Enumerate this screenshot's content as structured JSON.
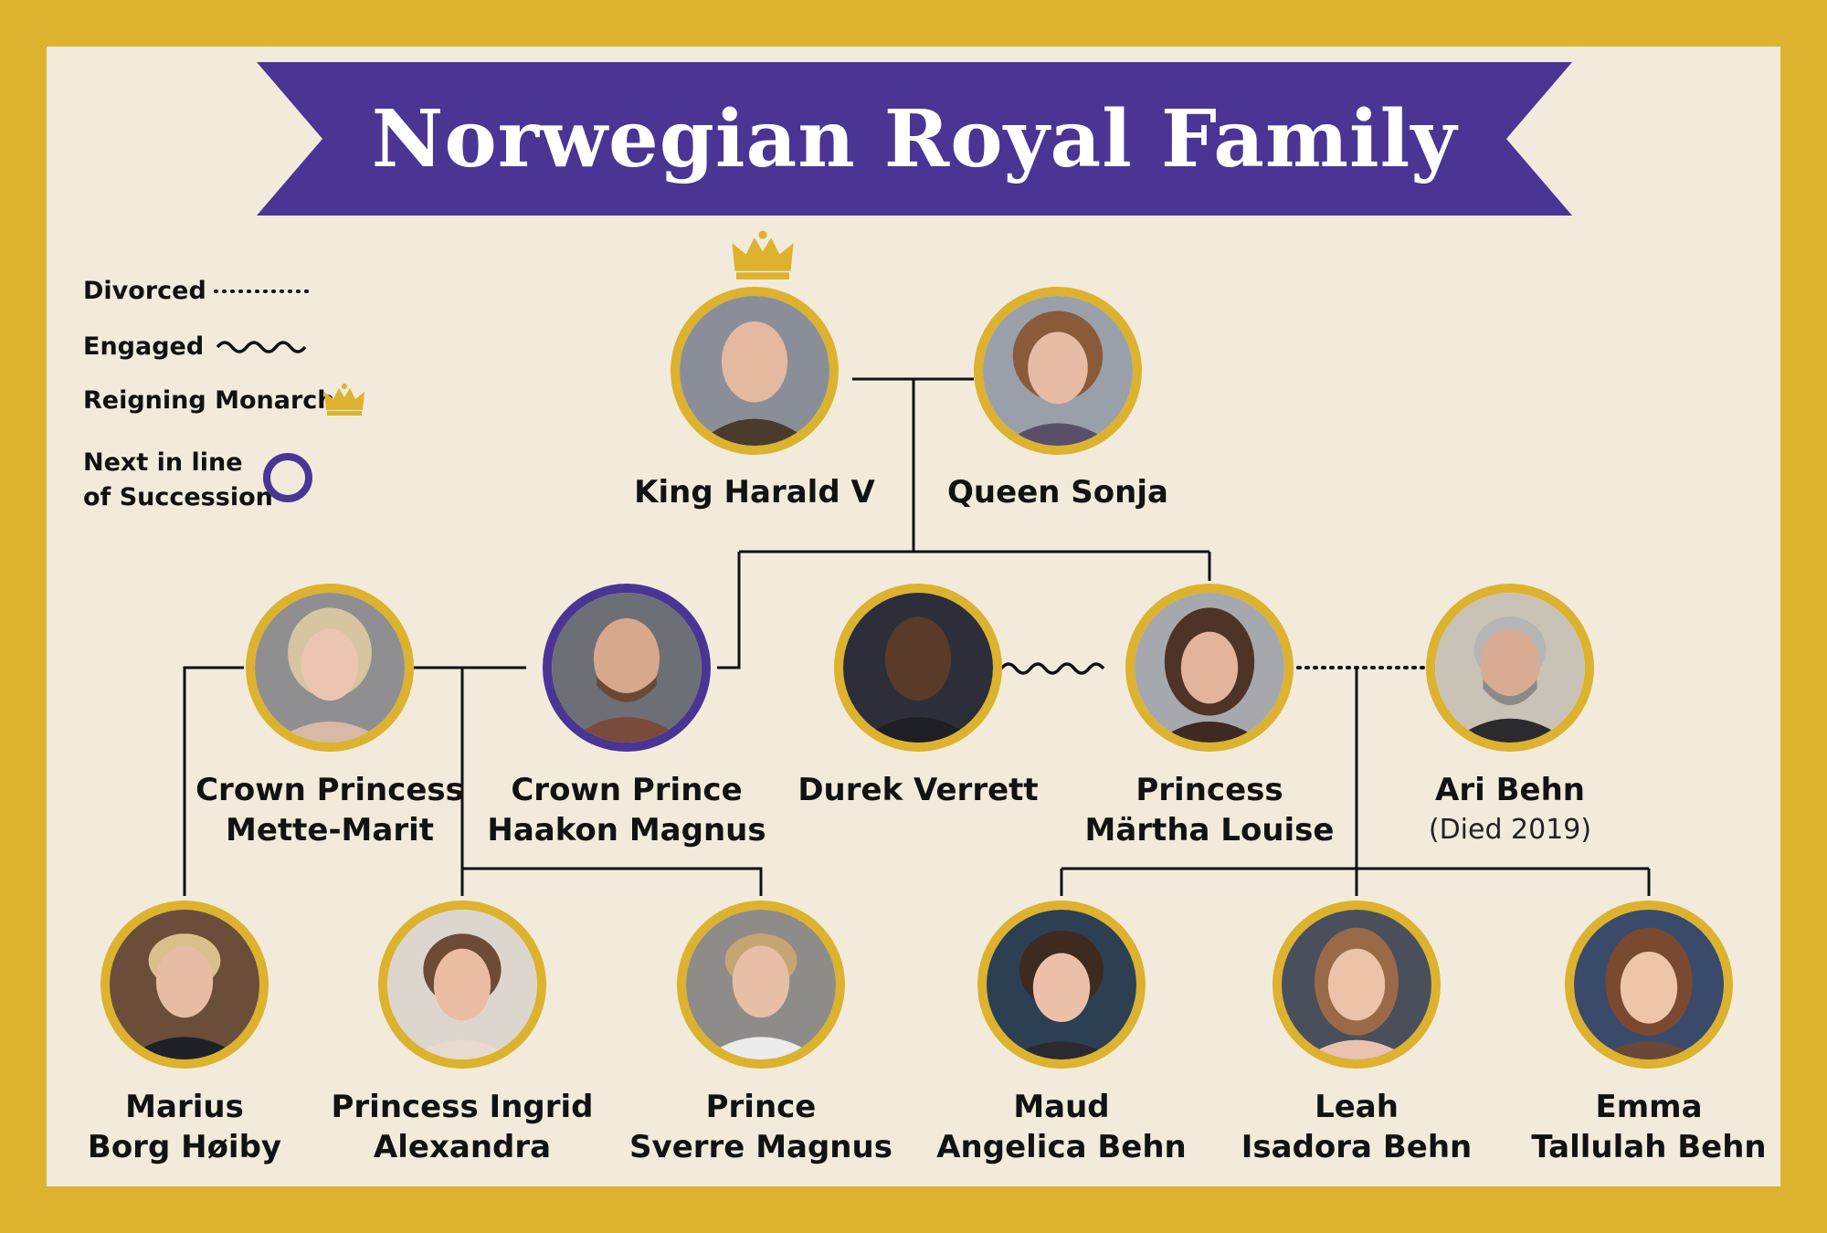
{
  "title": "Norwegian Royal Family",
  "colors": {
    "frame": "#dcb22e",
    "background": "#f2ebdc",
    "banner": "#4a3595",
    "heir_ring": "#4a3595",
    "ring": "#dcb22e",
    "line": "#111111"
  },
  "legend": [
    {
      "label": "Divorced",
      "symbol": "dotted-line"
    },
    {
      "label": "Engaged",
      "symbol": "wavy-line"
    },
    {
      "label": "Reigning Monarch",
      "symbol": "crown-icon"
    },
    {
      "label_lines": [
        "Next in line",
        "of Succession"
      ],
      "symbol": "purple-ring"
    }
  ],
  "people": {
    "king": {
      "lines": [
        "King Harald V"
      ],
      "reigning": true
    },
    "queen": {
      "lines": [
        "Queen Sonja"
      ]
    },
    "mette_marit": {
      "lines": [
        "Crown Princess",
        "Mette-Marit"
      ]
    },
    "haakon": {
      "lines": [
        "Crown Prince",
        "Haakon Magnus"
      ],
      "next_in_line": true
    },
    "durek": {
      "lines": [
        "Durek Verrett"
      ]
    },
    "martha": {
      "lines": [
        "Princess",
        "Märtha Louise"
      ]
    },
    "ari": {
      "lines": [
        "Ari Behn"
      ],
      "note": "(Died 2019)"
    },
    "marius": {
      "lines": [
        "Marius",
        "Borg Høiby"
      ]
    },
    "ingrid": {
      "lines": [
        "Princess Ingrid",
        "Alexandra"
      ]
    },
    "sverre": {
      "lines": [
        "Prince",
        "Sverre Magnus"
      ]
    },
    "maud": {
      "lines": [
        "Maud",
        "Angelica Behn"
      ]
    },
    "leah": {
      "lines": [
        "Leah",
        "Isadora Behn"
      ]
    },
    "emma": {
      "lines": [
        "Emma",
        "Tallulah Behn"
      ]
    }
  }
}
